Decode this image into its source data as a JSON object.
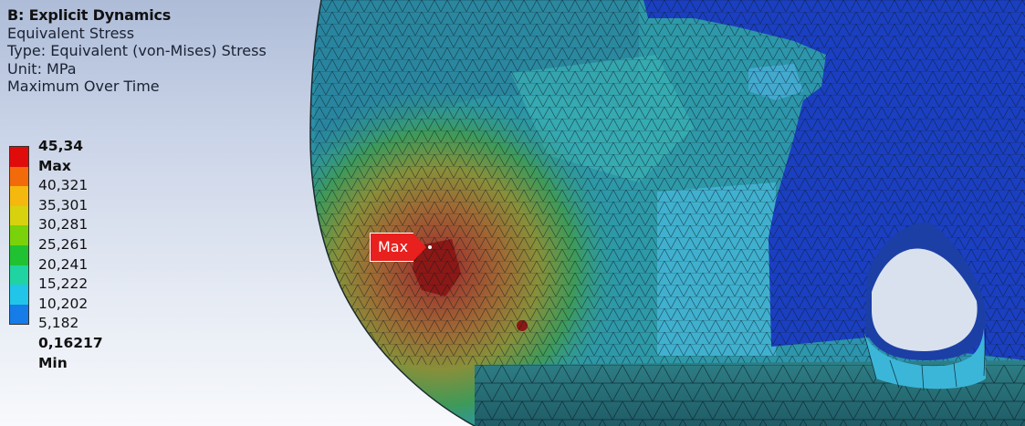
{
  "header": {
    "title": "B: Explicit Dynamics",
    "result_name": "Equivalent Stress",
    "result_type": "Type: Equivalent (von-Mises) Stress",
    "unit": "Unit: MPa",
    "time": "Maximum Over Time"
  },
  "legend": {
    "labels": [
      "45,34 Max",
      "40,321",
      "35,301",
      "30,281",
      "25,261",
      "20,241",
      "15,222",
      "10,202",
      "5,182",
      "0,16217 Min"
    ],
    "colors": [
      "#e00b0b",
      "#f36a0a",
      "#f5b80e",
      "#d8d20e",
      "#79d20a",
      "#21c232",
      "#1fd4a0",
      "#21c5e8",
      "#157ce8",
      "#0a16d8"
    ]
  },
  "probe": {
    "label": "Max",
    "color": "#e8201e"
  },
  "contour_colors": {
    "min_blue": "#1b3fc1",
    "cyan": "#3aa6d0",
    "teal": "#2d9c9e",
    "green": "#3f9a55",
    "olive": "#8d8f34",
    "orange": "#a5672e",
    "red": "#8b1815"
  }
}
